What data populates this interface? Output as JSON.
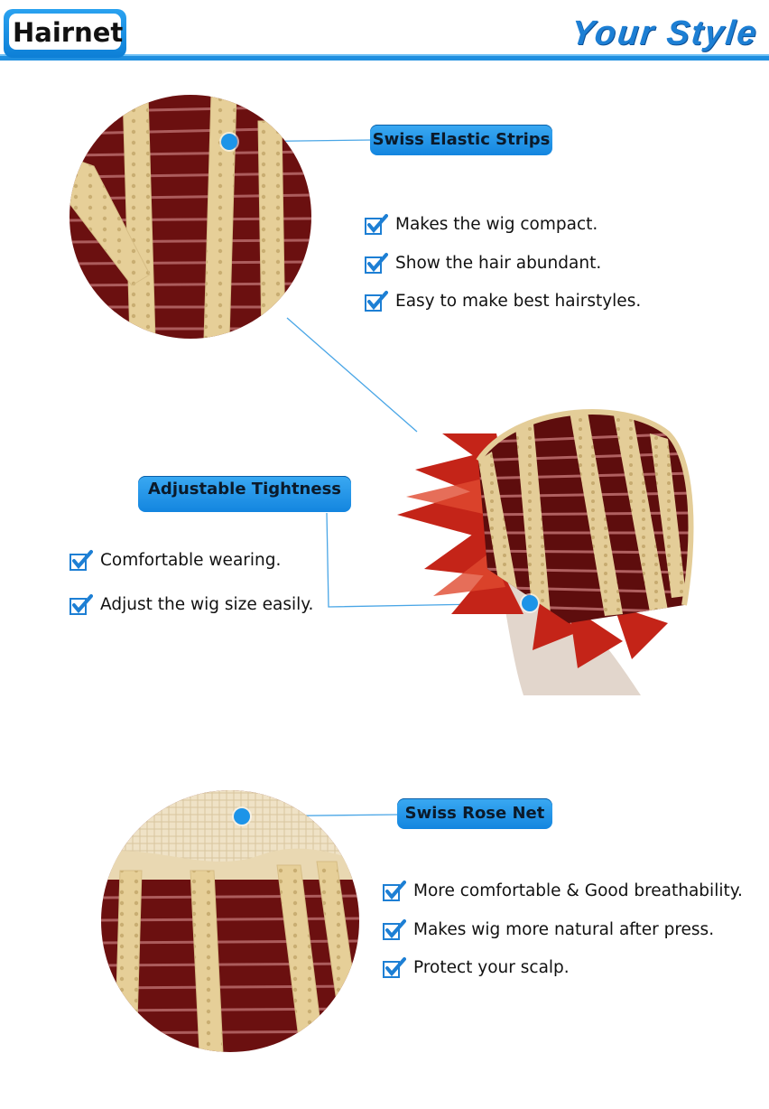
{
  "header": {
    "title": "Hairnet",
    "brand": "Your Style"
  },
  "sections": [
    {
      "label": "Swiss Elastic Strips",
      "features": [
        "Makes the wig compact.",
        "Show the hair abundant.",
        "Easy to make best hairstyles."
      ]
    },
    {
      "label": "Adjustable Tightness",
      "features": [
        "Comfortable wearing.",
        "Adjust the wig size easily."
      ]
    },
    {
      "label": "Swiss Rose Net",
      "features": [
        "More comfortable & Good breathability.",
        "Makes wig more natural after press.",
        "Protect your scalp."
      ]
    }
  ],
  "colors": {
    "accent": "#1f8fe0",
    "hair": "#7a1414",
    "lace": "#e8d3a2"
  },
  "icons": {
    "check": "check-icon",
    "pointer": "dot-marker"
  }
}
